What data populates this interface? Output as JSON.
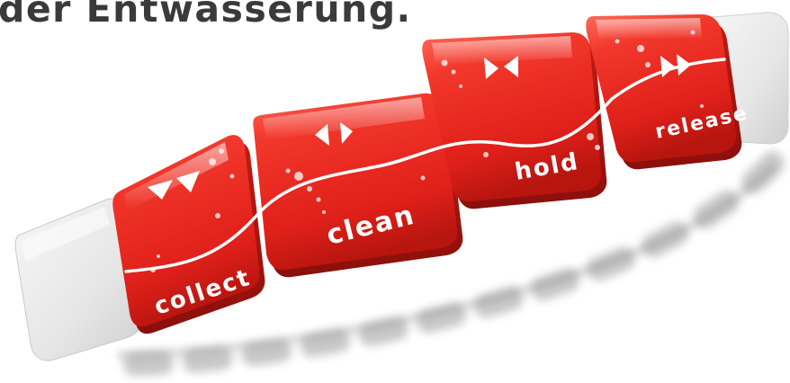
{
  "headline": "der Entwasserung.",
  "steps": [
    {
      "label": "collect",
      "icon": "double-down-arrow-icon"
    },
    {
      "label": "clean",
      "icon": "outward-arrows-icon"
    },
    {
      "label": "hold",
      "icon": "inward-arrows-icon"
    },
    {
      "label": "release",
      "icon": "fast-forward-icon"
    }
  ],
  "colors": {
    "tile_red": "#e8231d",
    "tile_dark": "#a3120e",
    "end_cap": "#e4e4e4"
  }
}
